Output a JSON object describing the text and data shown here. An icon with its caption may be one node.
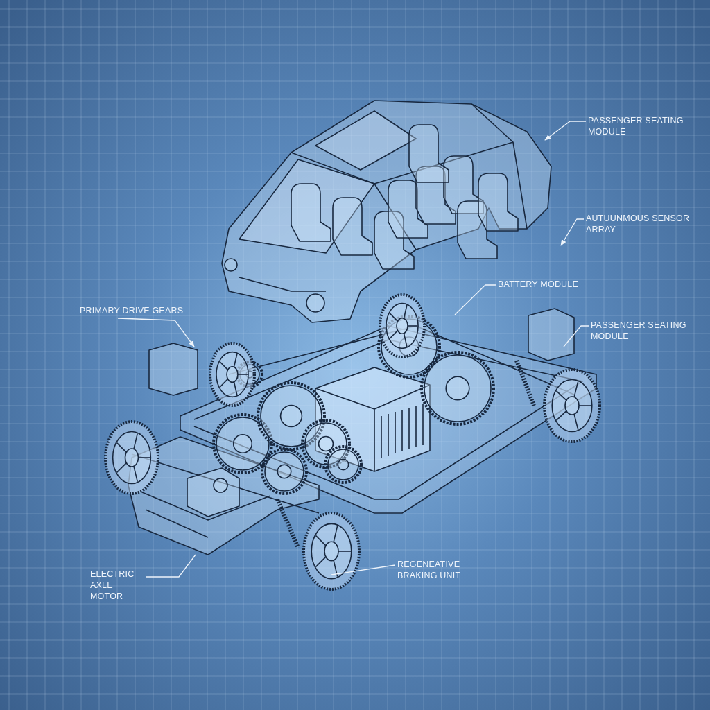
{
  "diagram": {
    "nodes": [
      {
        "text": [
          "PASSENGER SEATING MODULE"
        ]
      },
      {
        "text": [
          "AUTUUNMOUS SENSOR ARRAY"
        ]
      },
      {
        "text": [
          "BATTERY MODULE"
        ]
      },
      {
        "text": [
          "PRIMARY DRIVE GEARS"
        ]
      },
      {
        "text": [
          "PASSENGER SEATING MODULE"
        ]
      },
      {
        "text": [
          "ELECTRIC AXLE MOTOR"
        ]
      },
      {
        "text": [
          "REGENEATIVE BRAKING UNIT"
        ]
      }
    ],
    "edges": [
      {
        "from": 0,
        "to": null,
        "arrow": "to"
      },
      {
        "from": 1,
        "to": null,
        "arrow": "to"
      },
      {
        "from": 2,
        "to": null,
        "arrow": "none"
      },
      {
        "from": 3,
        "to": null,
        "arrow": "to"
      },
      {
        "from": 4,
        "to": null,
        "arrow": "none"
      },
      {
        "from": 5,
        "to": null,
        "arrow": "none"
      },
      {
        "from": 6,
        "to": null,
        "arrow": "none"
      }
    ]
  }
}
